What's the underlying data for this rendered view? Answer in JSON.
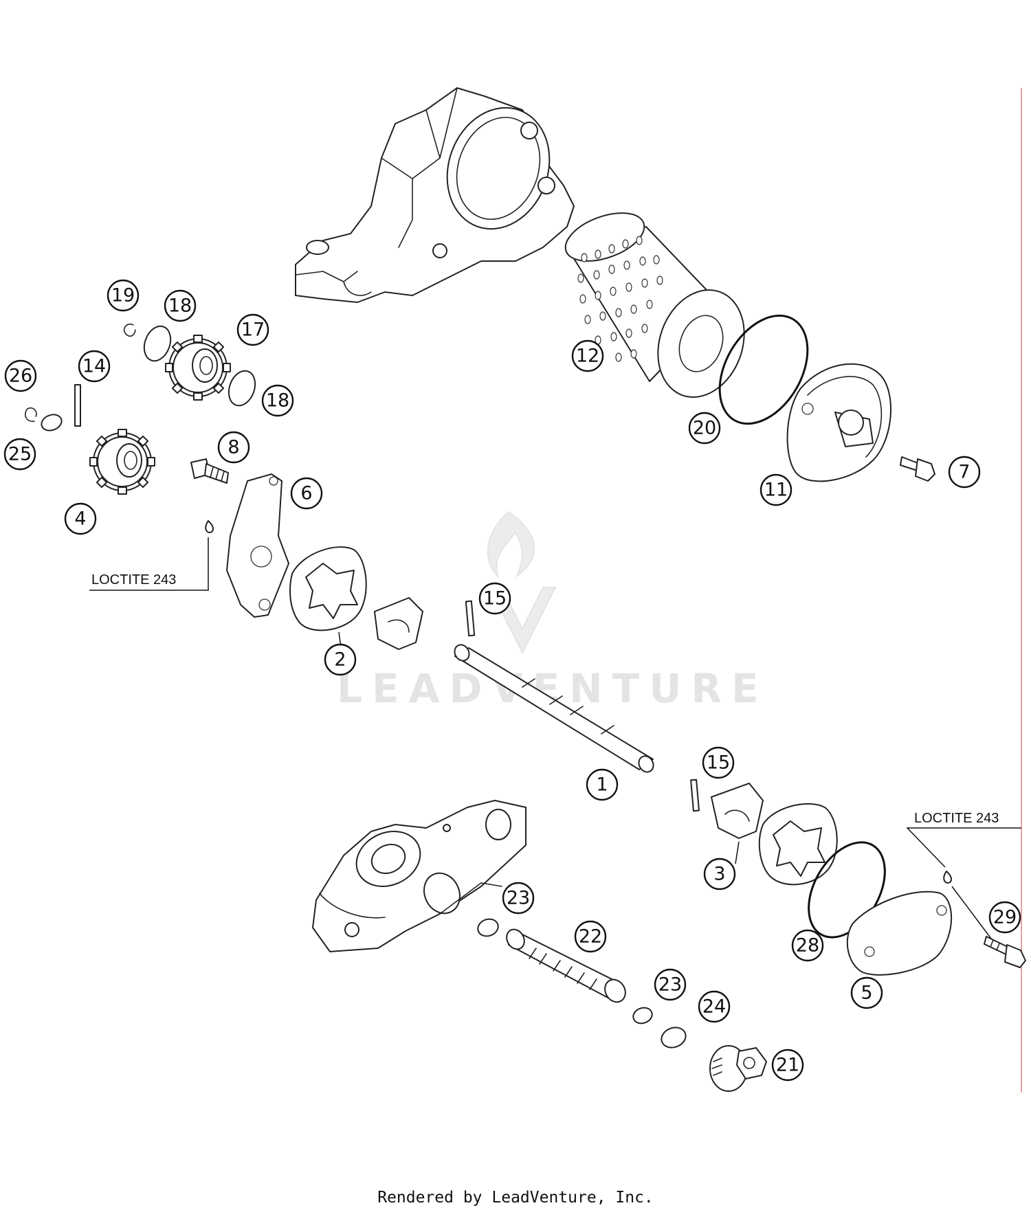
{
  "watermark": "LEADVENTURE",
  "footer": "Rendered by LeadVenture, Inc.",
  "notes": [
    {
      "id": "loctite-left",
      "text": "LOCTITE 243"
    },
    {
      "id": "loctite-right",
      "text": "LOCTITE 243"
    }
  ],
  "callouts": [
    {
      "id": "c1",
      "label": "1"
    },
    {
      "id": "c2",
      "label": "2"
    },
    {
      "id": "c3",
      "label": "3"
    },
    {
      "id": "c4",
      "label": "4"
    },
    {
      "id": "c5",
      "label": "5"
    },
    {
      "id": "c6",
      "label": "6"
    },
    {
      "id": "c7",
      "label": "7"
    },
    {
      "id": "c8",
      "label": "8"
    },
    {
      "id": "c11",
      "label": "11"
    },
    {
      "id": "c12",
      "label": "12"
    },
    {
      "id": "c14",
      "label": "14"
    },
    {
      "id": "c15a",
      "label": "15"
    },
    {
      "id": "c15b",
      "label": "15"
    },
    {
      "id": "c17",
      "label": "17"
    },
    {
      "id": "c18a",
      "label": "18"
    },
    {
      "id": "c18b",
      "label": "18"
    },
    {
      "id": "c19",
      "label": "19"
    },
    {
      "id": "c20",
      "label": "20"
    },
    {
      "id": "c21",
      "label": "21"
    },
    {
      "id": "c22",
      "label": "22"
    },
    {
      "id": "c23a",
      "label": "23"
    },
    {
      "id": "c23b",
      "label": "23"
    },
    {
      "id": "c24",
      "label": "24"
    },
    {
      "id": "c25",
      "label": "25"
    },
    {
      "id": "c26",
      "label": "26"
    },
    {
      "id": "c28",
      "label": "28"
    },
    {
      "id": "c29",
      "label": "29"
    }
  ]
}
